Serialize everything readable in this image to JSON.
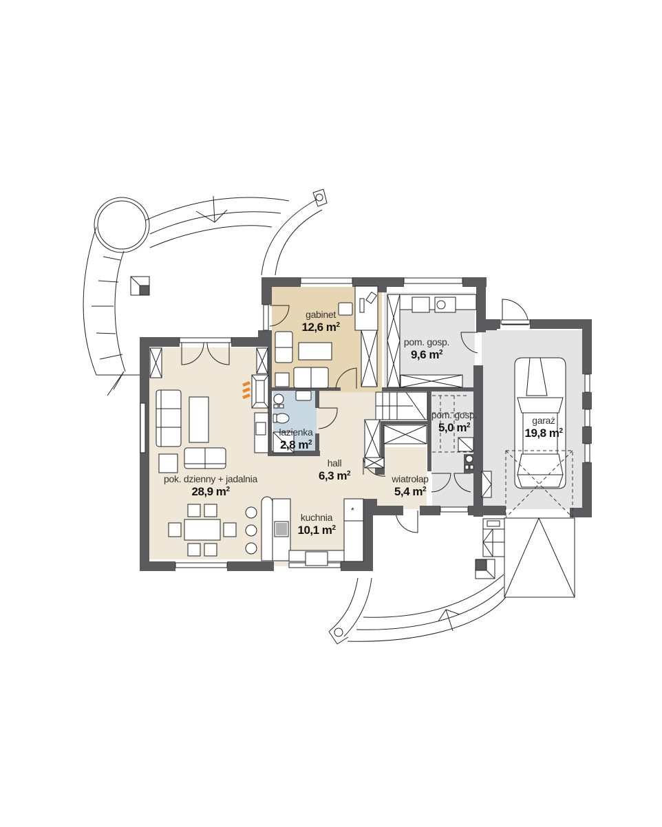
{
  "plan": {
    "colors": {
      "wall": "#5b5b5d",
      "living_floor": "#efe7d7",
      "office_floor": "#e6d6b4",
      "bathroom_floor": "#c9d9e4",
      "utility_floor": "#e4e4e4",
      "fireplace_flame": "#e8882a",
      "background": "#ffffff"
    },
    "rooms": [
      {
        "id": "gabinet",
        "name": "gabinet",
        "area": "12,6 m",
        "unit_sup": "2"
      },
      {
        "id": "pom-gosp-1",
        "name": "pom. gosp.",
        "area": "9,6 m",
        "unit_sup": "2"
      },
      {
        "id": "lazienka",
        "name": "łazienka",
        "area": "2,8 m",
        "unit_sup": "2"
      },
      {
        "id": "hall",
        "name": "hall",
        "area": "6,3 m",
        "unit_sup": "2"
      },
      {
        "id": "pom-gosp-2",
        "name": "pom. gosp.",
        "area": "5,0 m",
        "unit_sup": "2"
      },
      {
        "id": "garaz",
        "name": "garaż",
        "area": "19,8 m",
        "unit_sup": "2"
      },
      {
        "id": "wiatrolap",
        "name": "wiatrołap",
        "area": "5,4 m",
        "unit_sup": "2"
      },
      {
        "id": "pokoj-dzienny",
        "name": "pok. dzienny + jadalnia",
        "area": "28,9 m",
        "unit_sup": "2"
      },
      {
        "id": "kuchnia",
        "name": "kuchnia",
        "area": "10,1 m",
        "unit_sup": "2"
      }
    ],
    "fridge_symbol": "*"
  }
}
